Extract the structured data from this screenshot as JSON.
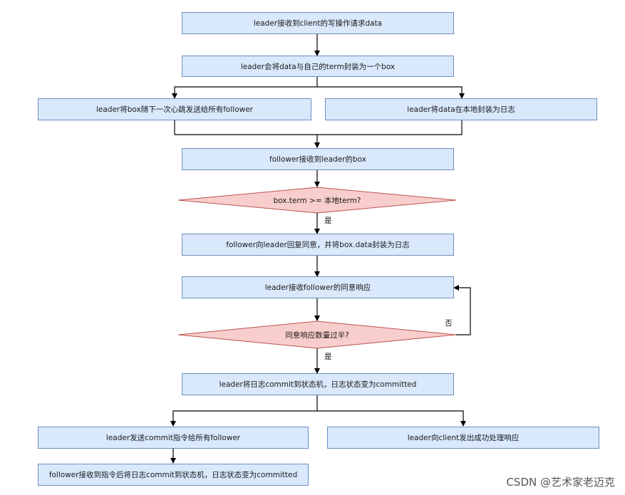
{
  "nodes": {
    "n1": "leader接收到client的写操作请求data",
    "n2": "leader会将data与自己的term封装为一个box",
    "n3": "leader将box随下一次心跳发送给所有follower",
    "n4": "leader将data在本地封装为日志",
    "n5": "follower接收到leader的box",
    "d1": "box.term >= 本地term?",
    "n6": "follower向leader回复同意，并将box.data封装为日志",
    "n7": "leader接收follower的同意响应",
    "d2": "同意响应数量过半?",
    "n8": "leader将日志commit到状态机，日志状态变为committed",
    "n9": "leader发送commit指令给所有follower",
    "n10": "leader向client发出成功处理响应",
    "n11": "follower接收到指令后将日志commit到状态机，日志状态变为committed"
  },
  "edge_labels": {
    "yes1": "是",
    "no2": "否",
    "yes2": "是"
  },
  "colors": {
    "process_fill": "#dae8fc",
    "process_stroke": "#6c8ebf",
    "decision_fill": "#f8cecc",
    "decision_stroke": "#b85450",
    "edge": "#000000"
  },
  "watermark": "CSDN @艺术家老迈克"
}
